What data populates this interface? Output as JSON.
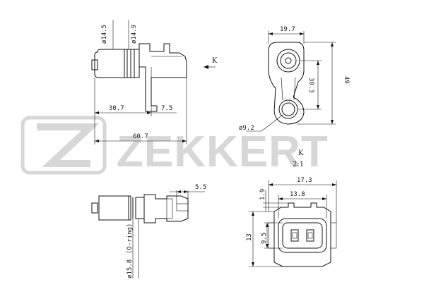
{
  "brand": {
    "name": "ZEKKERT"
  },
  "labels": {
    "view_top": "K",
    "view_detail": "K",
    "scale": "2:1",
    "oring": "(O-ring)"
  },
  "dimensions": {
    "d_left": "ø14.5",
    "d_right": "ø14.9",
    "len_30_7": "30.7",
    "len_7_5": "7.5",
    "len_60_7": "60.7",
    "w_19_7": "19.7",
    "h_49": "49",
    "h_30_3": "30.3",
    "hole_9_2": "ø9.2",
    "len_5_5": "5.5",
    "d_15_8": "ø15.8",
    "w_17_3": "17.3",
    "w_13_8": "13.8",
    "h_1_9": "1.9",
    "h_13": "13",
    "h_9_5": "9.5"
  }
}
